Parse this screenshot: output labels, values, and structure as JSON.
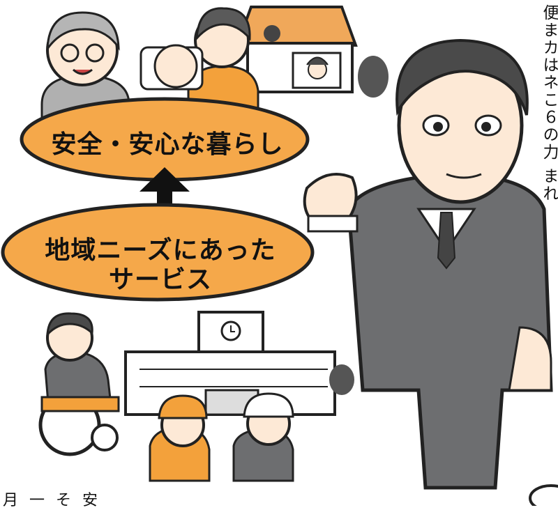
{
  "scene": {
    "top_bubble": "安全・安心な暮らし",
    "bottom_bubble_line1": "地域ニーズにあった",
    "bottom_bubble_line2": "サービス",
    "right_column_text": "便まカはネこ６の力 まれ",
    "bottom_left_text": "月一そ安"
  },
  "colors": {
    "bubble_fill": "#f5a84a",
    "roof": "#f0a85a",
    "suit": "#6d6e70",
    "skin": "#fde9d6",
    "hair": "#4a4a4a",
    "hat_orange": "#f3a13b"
  }
}
